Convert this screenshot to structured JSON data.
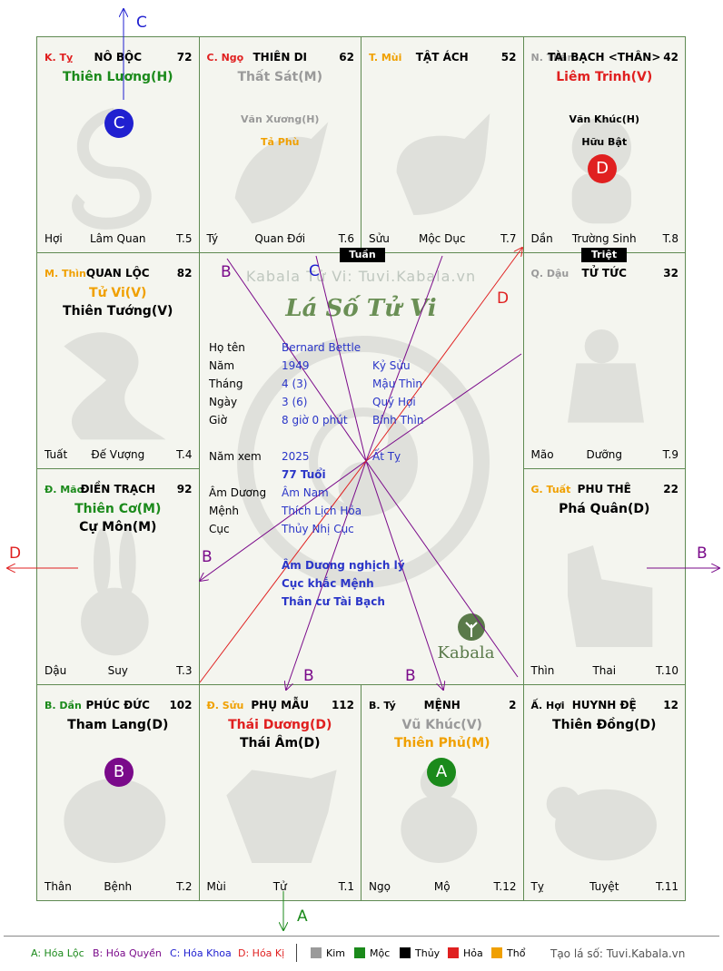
{
  "palaces": [
    {
      "id": "ty",
      "stem": "K. Tỵ",
      "stem_color": "#e02020",
      "name": "NÔ BỘC",
      "num": "72",
      "major": [
        {
          "text": "Thiên Lương(H)",
          "color": "#1b8a1b"
        }
      ],
      "minor": [],
      "bottom": {
        "left": "Hợi",
        "center": "Lâm Quan",
        "right": "T.5"
      }
    },
    {
      "id": "ngo",
      "stem": "C. Ngọ",
      "stem_color": "#e02020",
      "name": "THIÊN DI",
      "num": "62",
      "major": [
        {
          "text": "Thất Sát(M)",
          "color": "#9a9a9a"
        }
      ],
      "minor": [
        {
          "text": "Văn Xương(H)",
          "color": "#9a9a9a"
        },
        {
          "text": "Tả Phù",
          "color": "#f0a000"
        }
      ],
      "bottom": {
        "left": "Tý",
        "center": "Quan Đới",
        "right": "T.6"
      }
    },
    {
      "id": "mui",
      "stem": "T. Mùi",
      "stem_color": "#f0a000",
      "name": "TẬT ÁCH",
      "num": "52",
      "major": [],
      "minor": [],
      "bottom": {
        "left": "Sửu",
        "center": "Mộc Dục",
        "right": "T.7"
      }
    },
    {
      "id": "than",
      "stem": "N. Thân",
      "stem_color": "#9a9a9a",
      "name": "TÀI BẠCH <THÂN>",
      "num": "42",
      "major": [
        {
          "text": "Liêm Trinh(V)",
          "color": "#e02020"
        }
      ],
      "minor": [
        {
          "text": "Văn Khúc(H)",
          "color": "#000000"
        },
        {
          "text": "Hữu Bật",
          "color": "#000000"
        }
      ],
      "bottom": {
        "left": "Dần",
        "center": "Trường Sinh",
        "right": "T.8"
      }
    },
    {
      "id": "thin",
      "stem": "M. Thìn",
      "stem_color": "#f0a000",
      "name": "QUAN LỘC",
      "num": "82",
      "major": [
        {
          "text": "Tử Vi(V)",
          "color": "#f0a000"
        },
        {
          "text": "Thiên Tướng(V)",
          "color": "#000000"
        }
      ],
      "minor": [],
      "bottom": {
        "left": "Tuất",
        "center": "Đế Vượng",
        "right": "T.4"
      }
    },
    {
      "id": "dau",
      "stem": "Q. Dậu",
      "stem_color": "#9a9a9a",
      "name": "TỬ TỨC",
      "num": "32",
      "major": [],
      "minor": [],
      "bottom": {
        "left": "Mão",
        "center": "Dưỡng",
        "right": "T.9"
      }
    },
    {
      "id": "mao",
      "stem": "Đ. Mão",
      "stem_color": "#1b8a1b",
      "name": "ĐIỀN TRẠCH",
      "num": "92",
      "major": [
        {
          "text": "Thiên Cơ(M)",
          "color": "#1b8a1b"
        },
        {
          "text": "Cự Môn(M)",
          "color": "#000000"
        }
      ],
      "minor": [],
      "bottom": {
        "left": "Dậu",
        "center": "Suy",
        "right": "T.3"
      }
    },
    {
      "id": "tuat",
      "stem": "G. Tuất",
      "stem_color": "#f0a000",
      "name": "PHU THÊ",
      "num": "22",
      "major": [
        {
          "text": "Phá Quân(D)",
          "color": "#000000"
        }
      ],
      "minor": [],
      "bottom": {
        "left": "Thìn",
        "center": "Thai",
        "right": "T.10"
      }
    },
    {
      "id": "dan",
      "stem": "B. Dần",
      "stem_color": "#1b8a1b",
      "name": "PHÚC ĐỨC",
      "num": "102",
      "major": [
        {
          "text": "Tham Lang(D)",
          "color": "#000000"
        }
      ],
      "minor": [],
      "bottom": {
        "left": "Thân",
        "center": "Bệnh",
        "right": "T.2"
      }
    },
    {
      "id": "suu",
      "stem": "Đ. Sửu",
      "stem_color": "#f0a000",
      "name": "PHỤ MẪU",
      "num": "112",
      "major": [
        {
          "text": "Thái Dương(D)",
          "color": "#e02020"
        },
        {
          "text": "Thái Âm(D)",
          "color": "#000000"
        }
      ],
      "minor": [],
      "bottom": {
        "left": "Mùi",
        "center": "Tử",
        "right": "T.1"
      }
    },
    {
      "id": "ty2",
      "stem": "B. Tý",
      "stem_color": "#000000",
      "name": "MỆNH",
      "num": "2",
      "major": [
        {
          "text": "Vũ Khúc(V)",
          "color": "#9a9a9a"
        },
        {
          "text": "Thiên Phủ(M)",
          "color": "#f0a000"
        }
      ],
      "minor": [],
      "bottom": {
        "left": "Ngọ",
        "center": "Mộ",
        "right": "T.12"
      }
    },
    {
      "id": "hoi",
      "stem": "Ấ. Hợi",
      "stem_color": "#000000",
      "name": "HUYNH ĐỆ",
      "num": "12",
      "major": [
        {
          "text": "Thiên Đồng(D)",
          "color": "#000000"
        }
      ],
      "minor": [],
      "bottom": {
        "left": "Tỵ",
        "center": "Tuyệt",
        "right": "T.11"
      }
    }
  ],
  "badges": {
    "c": "C",
    "d": "D",
    "b": "B",
    "a": "A"
  },
  "tags": {
    "tuan": "Tuần",
    "triet": "Triệt"
  },
  "watermark": "Kabala Tử Vi: Tuvi.Kabala.vn",
  "script_title": "Lá Số Tử Vi",
  "logo_text": "Kabala",
  "info": [
    {
      "label": "Họ tên",
      "value": "Bernard Bettle",
      "value2": ""
    },
    {
      "label": "Năm",
      "value": "1949",
      "value2": "Kỷ Sửu"
    },
    {
      "label": "Tháng",
      "value": "4  (3)",
      "value2": "Mậu Thìn"
    },
    {
      "label": "Ngày",
      "value": "3  (6)",
      "value2": "Quý Hợi"
    },
    {
      "label": "Giờ",
      "value": "8 giờ 0 phút",
      "value2": "Bính Thìn"
    }
  ],
  "info2": [
    {
      "label": "Năm xem",
      "value": "2025",
      "value2": "Ất Tỵ"
    },
    {
      "label": "",
      "value": "77 Tuổi",
      "value2": ""
    },
    {
      "label": "Âm Dương",
      "value": "Âm Nam",
      "value2": ""
    },
    {
      "label": "Mệnh",
      "value": "Thích Lịch Hỏa",
      "value2": ""
    },
    {
      "label": "Cục",
      "value": "Thủy Nhị Cục",
      "value2": ""
    }
  ],
  "notes": [
    "Âm Dương nghịch lý",
    "Cục khắc Mệnh",
    "Thân cư Tài Bạch"
  ],
  "arrow_labels": {
    "c": "C",
    "d": "D",
    "b": "B",
    "a": "A"
  },
  "legend": {
    "a": "A: Hóa Lộc",
    "b": "B: Hóa Quyền",
    "c": "C: Hóa Khoa",
    "d": "D: Hóa Kị",
    "kim": "Kim",
    "moc": "Mộc",
    "thuy": "Thủy",
    "hoa": "Hỏa",
    "tho": "Thổ",
    "credit": "Tạo lá số: Tuvi.Kabala.vn"
  },
  "colors": {
    "kim": "#9a9a9a",
    "moc": "#1b8a1b",
    "thuy": "#000000",
    "hoa": "#e02020",
    "tho": "#f0a000",
    "green": "#1b8a1b",
    "purple": "#7a0a8a",
    "blue": "#2020d0",
    "red": "#e02020"
  }
}
